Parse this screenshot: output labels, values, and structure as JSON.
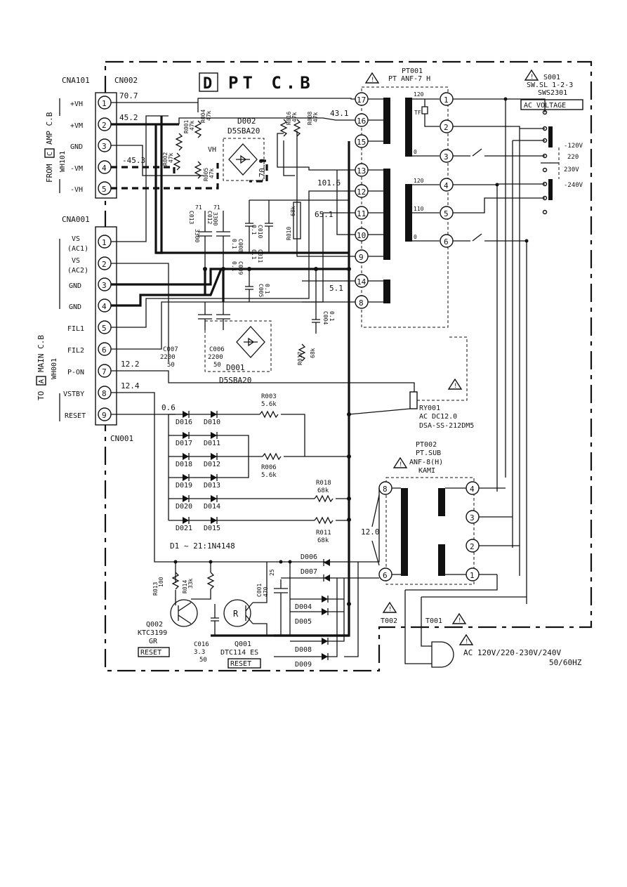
{
  "title": {
    "letter": "D",
    "text": "PT C.B"
  },
  "connectors": {
    "cna101": "CNA101",
    "cn002": "CN002",
    "cna001": "CNA001",
    "cn001": "CN001",
    "from_amp": "FROM",
    "from_amp_letter": "C",
    "from_amp_rest": "AMP C.B",
    "wh101": "WH101",
    "to_main": "TO",
    "to_main_letter": "A",
    "to_main_rest": "MAIN C.B",
    "wh001": "WH001"
  },
  "cn002_pins": [
    {
      "n": "1",
      "label": "+VH"
    },
    {
      "n": "2",
      "label": "+VM"
    },
    {
      "n": "3",
      "label": "GND"
    },
    {
      "n": "4",
      "label": "-VM"
    },
    {
      "n": "5",
      "label": "-VH"
    }
  ],
  "cn001_pins": [
    {
      "n": "1",
      "label": "VS",
      "sub": "(AC1)"
    },
    {
      "n": "2",
      "label": "VS",
      "sub": "(AC2)"
    },
    {
      "n": "3",
      "label": "GND"
    },
    {
      "n": "4",
      "label": "GND"
    },
    {
      "n": "5",
      "label": "FIL1"
    },
    {
      "n": "6",
      "label": "FIL2"
    },
    {
      "n": "7",
      "label": "P-ON"
    },
    {
      "n": "8",
      "label": "VSTBY"
    },
    {
      "n": "9",
      "label": "RESET"
    }
  ],
  "voltages": [
    "70.7",
    "45.2",
    "-45.3",
    "-70.9",
    "43.1",
    "101.6",
    "65.1",
    "5.1",
    "12.2",
    "12.4",
    "0.6",
    "12.0"
  ],
  "pt001": {
    "ref": "PT001",
    "name": "PT ANF-7 H",
    "secondary_pins": [
      "17",
      "16",
      "15",
      "13",
      "12",
      "11",
      "10",
      "9",
      "14",
      "8"
    ],
    "primary_pins": [
      "1",
      "2",
      "3",
      "4",
      "5",
      "6"
    ],
    "taps": [
      "120",
      "TF",
      "0",
      "120",
      "110",
      "0"
    ]
  },
  "s001": {
    "ref": "S001",
    "name": "SW.SL 1-2-3",
    "part": "SWS2301",
    "label": "AC VOLTAGE",
    "settings": [
      "-120V",
      "220",
      "230V",
      "-240V"
    ]
  },
  "d002": {
    "ref": "D002",
    "part": "D5SBA20"
  },
  "d001": {
    "ref": "D001",
    "part": "D5SBA20"
  },
  "caps": {
    "c013": [
      "C013",
      "3300",
      "71"
    ],
    "c012": [
      "C012",
      "3300",
      "71"
    ],
    "c008": [
      "C008",
      "0.1"
    ],
    "c010": [
      "C010",
      "0.1"
    ],
    "c009": [
      "C009",
      "0.1"
    ],
    "c011": [
      "C011",
      "0.1"
    ],
    "c005": [
      "C005",
      "0.1"
    ],
    "c004": [
      "C004",
      "0.1"
    ],
    "c007": [
      "C007",
      "2200",
      "50"
    ],
    "c006": [
      "C006",
      "2200",
      "50"
    ],
    "c016": [
      "C016",
      "3.3",
      "50"
    ],
    "c001": [
      "C001",
      "470",
      "25"
    ]
  },
  "resistors": {
    "r001": [
      "R001",
      "47k"
    ],
    "r004": [
      "R004",
      "47k"
    ],
    "r002": [
      "R002",
      "47k"
    ],
    "r005": [
      "R005",
      "47k"
    ],
    "r016": [
      "R016",
      "47k"
    ],
    "r008": [
      "R008",
      "47k"
    ],
    "r010": [
      "R010",
      "68k"
    ],
    "r017": [
      "R017",
      "68k"
    ],
    "r003": [
      "R003",
      "5.6k"
    ],
    "r006": [
      "R006",
      "5.6k"
    ],
    "r018": [
      "R018",
      "68k"
    ],
    "r011": [
      "R011",
      "68k"
    ],
    "r013": [
      "R013",
      "100"
    ],
    "r014": [
      "R014",
      "33k"
    ]
  },
  "vh_label": "VH",
  "diodes_left": [
    "D016",
    "D017",
    "D018",
    "D019",
    "D020",
    "D021"
  ],
  "diodes_right": [
    "D010",
    "D011",
    "D012",
    "D013",
    "D014",
    "D015"
  ],
  "diode_note": "D1 ~ 21:1N4148",
  "diodes_pt002": [
    "D006",
    "D007",
    "D004",
    "D005",
    "D008",
    "D009"
  ],
  "ry001": {
    "ref": "RY001",
    "spec": "AC DC12.0",
    "part": "DSA-SS-212DM5"
  },
  "pt002": {
    "ref": "PT002",
    "name": "PT.SUB",
    "name2": "ANF-8(H)",
    "maker": "KAMI",
    "pins_left": [
      "8",
      "6"
    ],
    "pins_right": [
      "4",
      "3",
      "2",
      "1"
    ]
  },
  "q002": {
    "ref": "Q002",
    "part": "KTC3199",
    "grade": "GR",
    "tag": "RESET"
  },
  "q001": {
    "ref": "Q001",
    "part": "DTC114 ES",
    "tag": "RESET",
    "symbol": "R"
  },
  "t002": "T002",
  "t001": "T001",
  "ac_input": {
    "line1": "AC 120V/220-230V/240V",
    "line2": "50/60HZ"
  }
}
